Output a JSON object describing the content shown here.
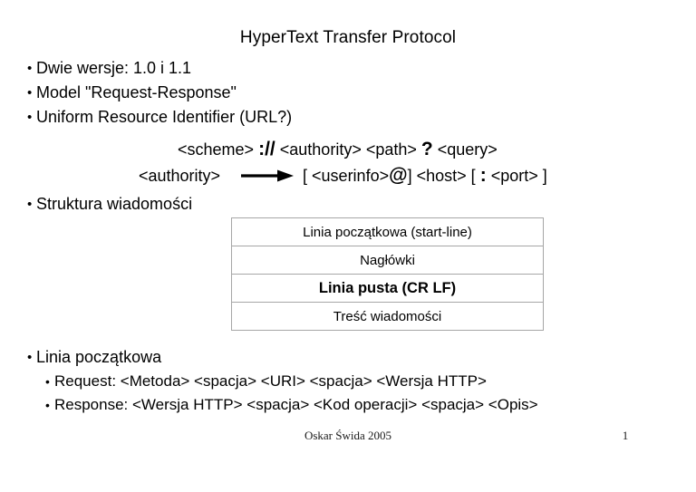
{
  "slide": {
    "title": "HyperText Transfer Protocol",
    "bullets": [
      {
        "level": 1,
        "marker": "•",
        "text": "Dwie wersje: 1.0 i 1.1"
      },
      {
        "level": 1,
        "marker": "•",
        "text": "Model \"Request-Response\""
      },
      {
        "level": 1,
        "marker": "•",
        "text": "Uniform Resource Identifier (URL?)"
      }
    ],
    "uri_syntax": {
      "scheme_line": {
        "part1": "<scheme>",
        "sep1": "://",
        "part2": "<authority> <path>",
        "sep2": "?",
        "part3": "<query>"
      },
      "authority_line": {
        "left": "<authority>",
        "arrow": "arrow-right-icon",
        "open_bracket": "[",
        "userinfo": "<userinfo>",
        "at": "@",
        "close_bracket": "]",
        "host": "<host>",
        "open_bracket2": "[",
        "colon": ":",
        "port": "<port>",
        "close_bracket2": "]"
      }
    },
    "structure_bullet": {
      "marker": "•",
      "text": "Struktura wiadomości"
    },
    "message_table": {
      "rows": [
        {
          "text": "Linia początkowa (start-line)",
          "bold": false
        },
        {
          "text": "Nagłówki",
          "bold": false
        },
        {
          "text": "Linia pusta (CR LF)",
          "bold": true
        },
        {
          "text": "Treść wiadomości",
          "bold": false
        }
      ]
    },
    "bottom_bullets": [
      {
        "level": 1,
        "marker": "•",
        "text": "Linia początkowa"
      },
      {
        "level": 2,
        "marker": "•",
        "text": "Request: <Metoda> <spacja> <URI> <spacja> <Wersja HTTP>"
      },
      {
        "level": 2,
        "marker": "•",
        "text": "Response: <Wersja HTTP> <spacja> <Kod operacji> <spacja> <Opis>"
      }
    ],
    "footer": {
      "author": "Oskar Świda 2005",
      "page_number": "1"
    },
    "colors": {
      "text": "#000000",
      "table_border": "#a6a6a6",
      "background": "#ffffff"
    }
  }
}
